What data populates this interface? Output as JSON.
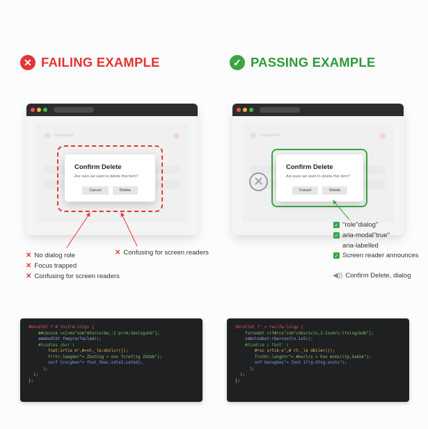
{
  "failing": {
    "heading": "FAILING EXAMPLE",
    "color": "#e53535",
    "icon": "x-circle-icon",
    "nav_label": "Navigation",
    "dialog": {
      "title": "Confirm Delete",
      "message": "Are sure we want to delete this item?",
      "cancel": "Cancel",
      "delete": "Delete"
    },
    "issues": [
      "No dialog role",
      "Focus trapped",
      "Confusing for screen readers"
    ],
    "callout": "Confusing for screen readers",
    "code": [
      "#bbsdlbt f # tncIrm-lnlg> {",
      "    ##cbvink »x[»ms\"som\"mSsrcscbe,:1'prrm;1bslsgshb\"];",
      "    amebodlbt fmeprarfaclad();",
      "    #tcsdles (bsr (",
      "        fnat:srtle m\",#»nt,_le:dnilcr([);",
      "        frrtr.lmagdor\"= ZbotCog = ons fcretlig ZbSdk\");",
      "        sarf tcncgben\"= fnut_Sbac.sdtaI;satkd];",
      "      );",
      "  );",
      "};"
    ]
  },
  "passing": {
    "heading": "PASSING EXAMPLE",
    "color": "#2f9a3a",
    "icon": "check-circle-icon",
    "nav_label": "Navigation",
    "dialog": {
      "title": "Confirm Delete",
      "message": "Are pure we want to delete this item?",
      "cancel": "Consel",
      "delete": "Delete"
    },
    "checks": [
      "\"role\"dialog\"",
      "aria-modal\"true\"",
      "aria-labelled",
      "Screen reader announces"
    ],
    "announcement": "Confirm Delete, dialog",
    "code": [
      "dbrstlet f' = recifw-lolgp {",
      "    forcekbt crf#rcs\"com\"cdksrscln,1-Isvmrc:ltslsgcbdb\"];",
      "    sdmolndbst:rbercontln.1s5();",
      "    #tcodlce ( fsnt' (",
      "        #rsc srtik-s\",# rt._le dbller(();",
      "        frutbr.langhtr\"= #borlcs = Eon mcmslltp,Sakbe\");",
      "        onf Gonugbes\"= Inot 1frg-dtsg.onsts\");",
      "      );",
      "  );",
      "};"
    ]
  }
}
